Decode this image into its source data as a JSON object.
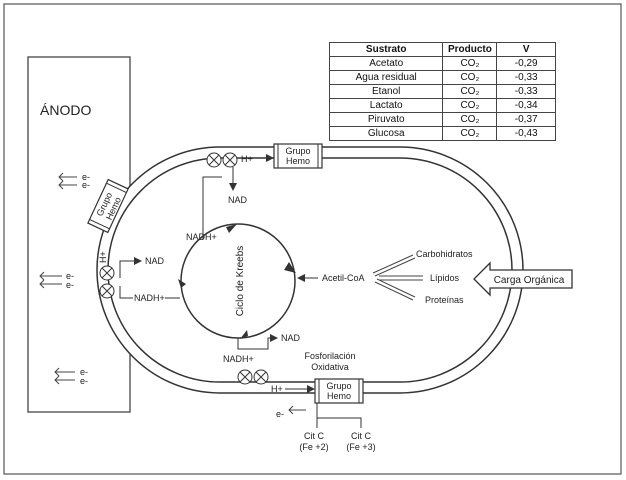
{
  "anode": {
    "label": "ÁNODO"
  },
  "electrons": {
    "e_minus": "e-"
  },
  "table": {
    "headers": [
      "Sustrato",
      "Producto",
      "V"
    ],
    "rows": [
      [
        "Acetato",
        "CO₂",
        "-0,29"
      ],
      [
        "Agua residual",
        "CO₂",
        "-0,33"
      ],
      [
        "Etanol",
        "CO₂",
        "-0,33"
      ],
      [
        "Lactato",
        "CO₂",
        "-0,34"
      ],
      [
        "Piruvato",
        "CO₂",
        "-0,37"
      ],
      [
        "Glucosa",
        "CO₂",
        "-0,43"
      ]
    ]
  },
  "labels": {
    "grupo_hemo_top_1": "Grupo",
    "grupo_hemo_top_2": "Hemo",
    "grupo_hemo_left_1": "Grupo",
    "grupo_hemo_left_2": "Hemo",
    "grupo_hemo_bottom_1": "Grupo",
    "grupo_hemo_bottom_2": "Hemo",
    "h_plus": "H+",
    "nad": "NAD",
    "nadh": "NADH+",
    "krebs": "Ciclo de Kreebs",
    "acetil": "Acetil-CoA",
    "carbohidratos": "Carbohidratos",
    "lipidos": "Lípidos",
    "proteinas": "Proteínas",
    "carga": "Carga Orgánica",
    "fosforilacion_1": "Fosforilación",
    "fosforilacion_2": "Oxidativa",
    "citc": "Cit C",
    "fe2": "(Fe +2)",
    "fe3": "(Fe +3)"
  }
}
